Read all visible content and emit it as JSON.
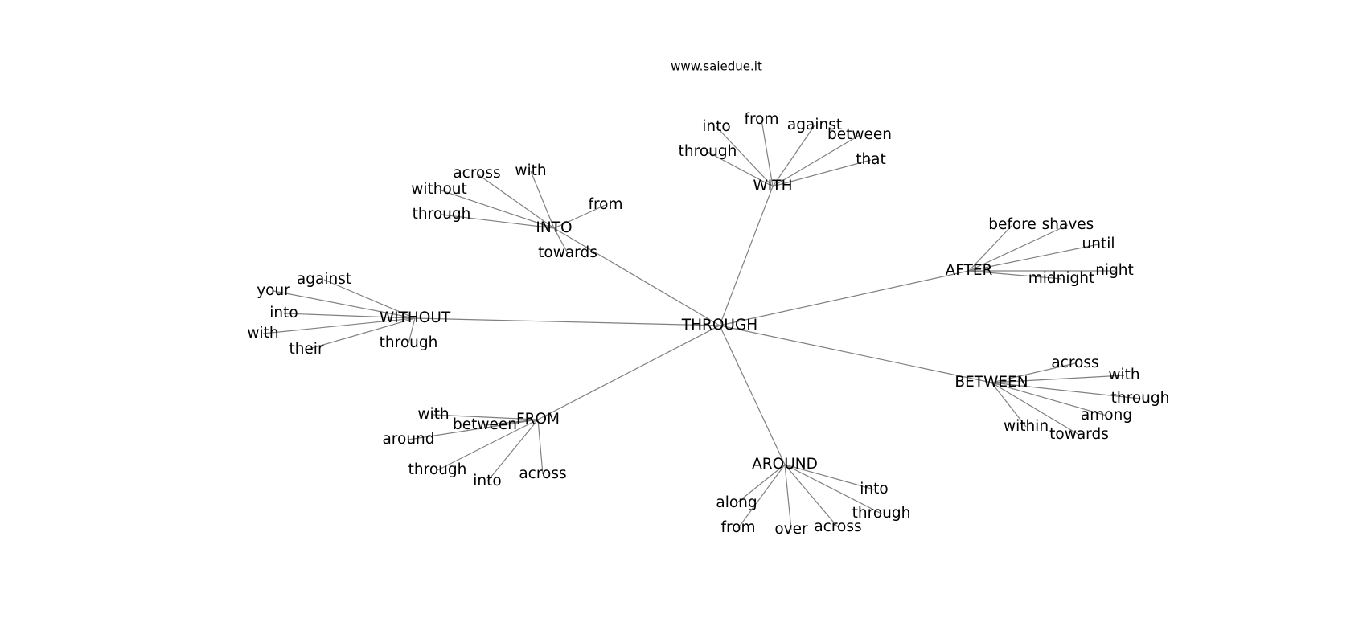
{
  "site_label": "www.saiedue.it",
  "center": {
    "word": "THROUGH"
  },
  "hubs": [
    {
      "word": "WITH",
      "leaves": [
        "into",
        "from",
        "against",
        "between",
        "through",
        "that"
      ]
    },
    {
      "word": "INTO",
      "leaves": [
        "across",
        "with",
        "without",
        "from",
        "through",
        "towards"
      ]
    },
    {
      "word": "AFTER",
      "leaves": [
        "before",
        "shaves",
        "until",
        "night",
        "midnight"
      ]
    },
    {
      "word": "WITHOUT",
      "leaves": [
        "against",
        "your",
        "into",
        "with",
        "their",
        "through"
      ]
    },
    {
      "word": "BETWEEN",
      "leaves": [
        "across",
        "with",
        "through",
        "among",
        "within",
        "towards"
      ]
    },
    {
      "word": "FROM",
      "leaves": [
        "with",
        "between",
        "around",
        "through",
        "into",
        "across"
      ]
    },
    {
      "word": "AROUND",
      "leaves": [
        "into",
        "through",
        "along",
        "from",
        "over",
        "across"
      ]
    }
  ]
}
